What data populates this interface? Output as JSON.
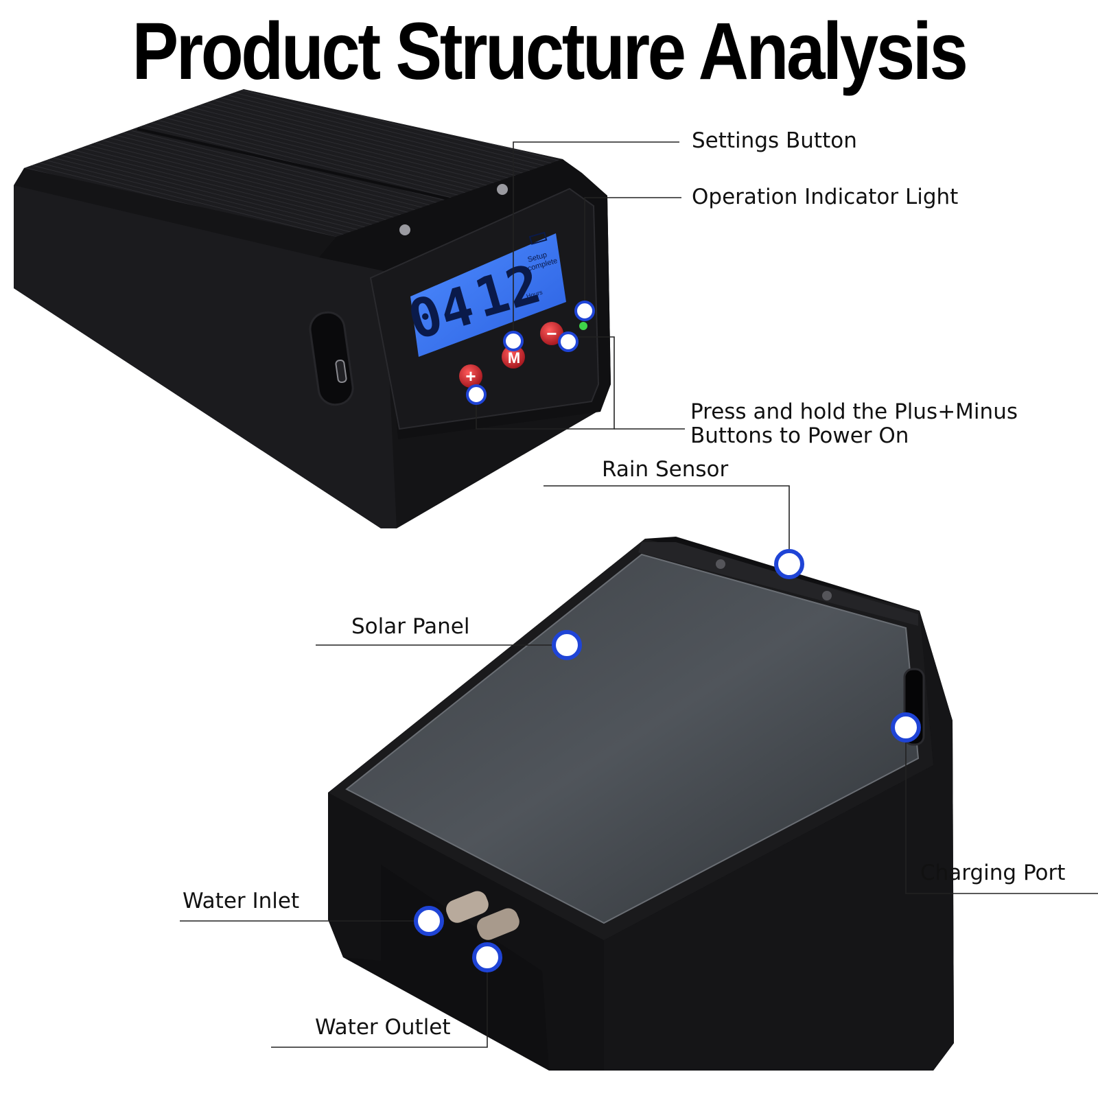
{
  "title": "Product Structure Analysis",
  "lcd": {
    "time_hours": "04",
    "time_minutes": "12",
    "status_line1": "Setup",
    "status_line2": "complete",
    "unit": "Hours"
  },
  "buttons": {
    "plus": "+",
    "mode": "M",
    "minus": "−"
  },
  "labels": {
    "settings_button": "Settings Button",
    "operation_indicator": "Operation Indicator Light",
    "power_on_line1": "Press and hold the Plus+Minus",
    "power_on_line2": "Buttons to Power On",
    "rain_sensor": "Rain Sensor",
    "solar_panel": "Solar Panel",
    "charging_port": "Charging Port",
    "water_inlet": "Water Inlet",
    "water_outlet": "Water Outlet"
  },
  "colors": {
    "marker_ring": "#1f44d6",
    "lcd_blue": "#3a7bff",
    "button_red": "#c8202a",
    "indicator_green": "#3fd44a"
  }
}
